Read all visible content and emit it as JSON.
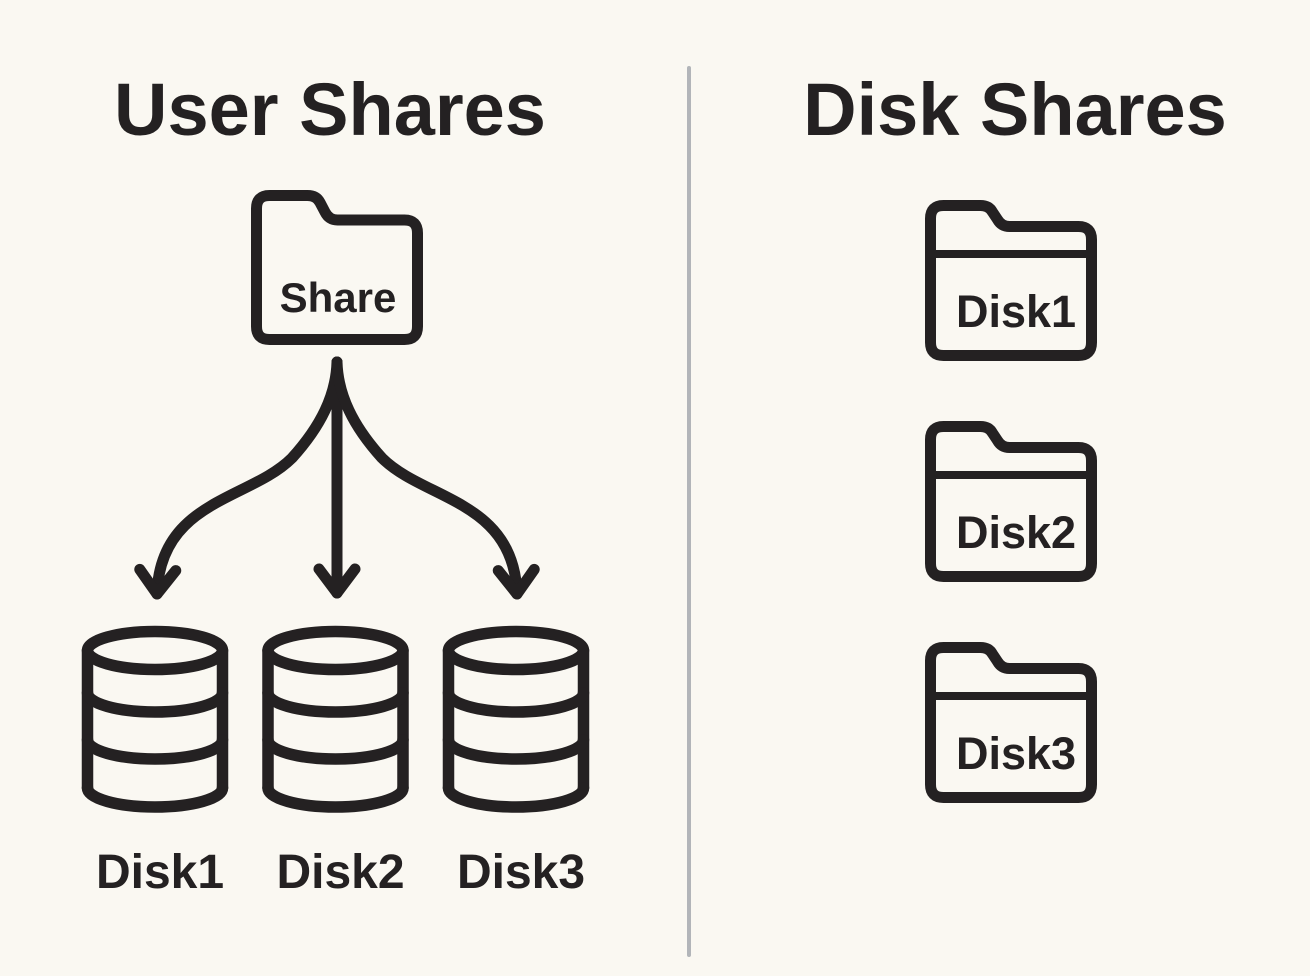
{
  "colors": {
    "background": "#faf8f2",
    "ink": "#242122",
    "divider": "#b2b5b9"
  },
  "left_panel": {
    "title": "User Shares",
    "share_folder": {
      "label": "Share"
    },
    "disks": [
      {
        "label": "Disk1"
      },
      {
        "label": "Disk2"
      },
      {
        "label": "Disk3"
      }
    ]
  },
  "right_panel": {
    "title": "Disk Shares",
    "folders": [
      {
        "label": "Disk1"
      },
      {
        "label": "Disk2"
      },
      {
        "label": "Disk3"
      }
    ]
  }
}
